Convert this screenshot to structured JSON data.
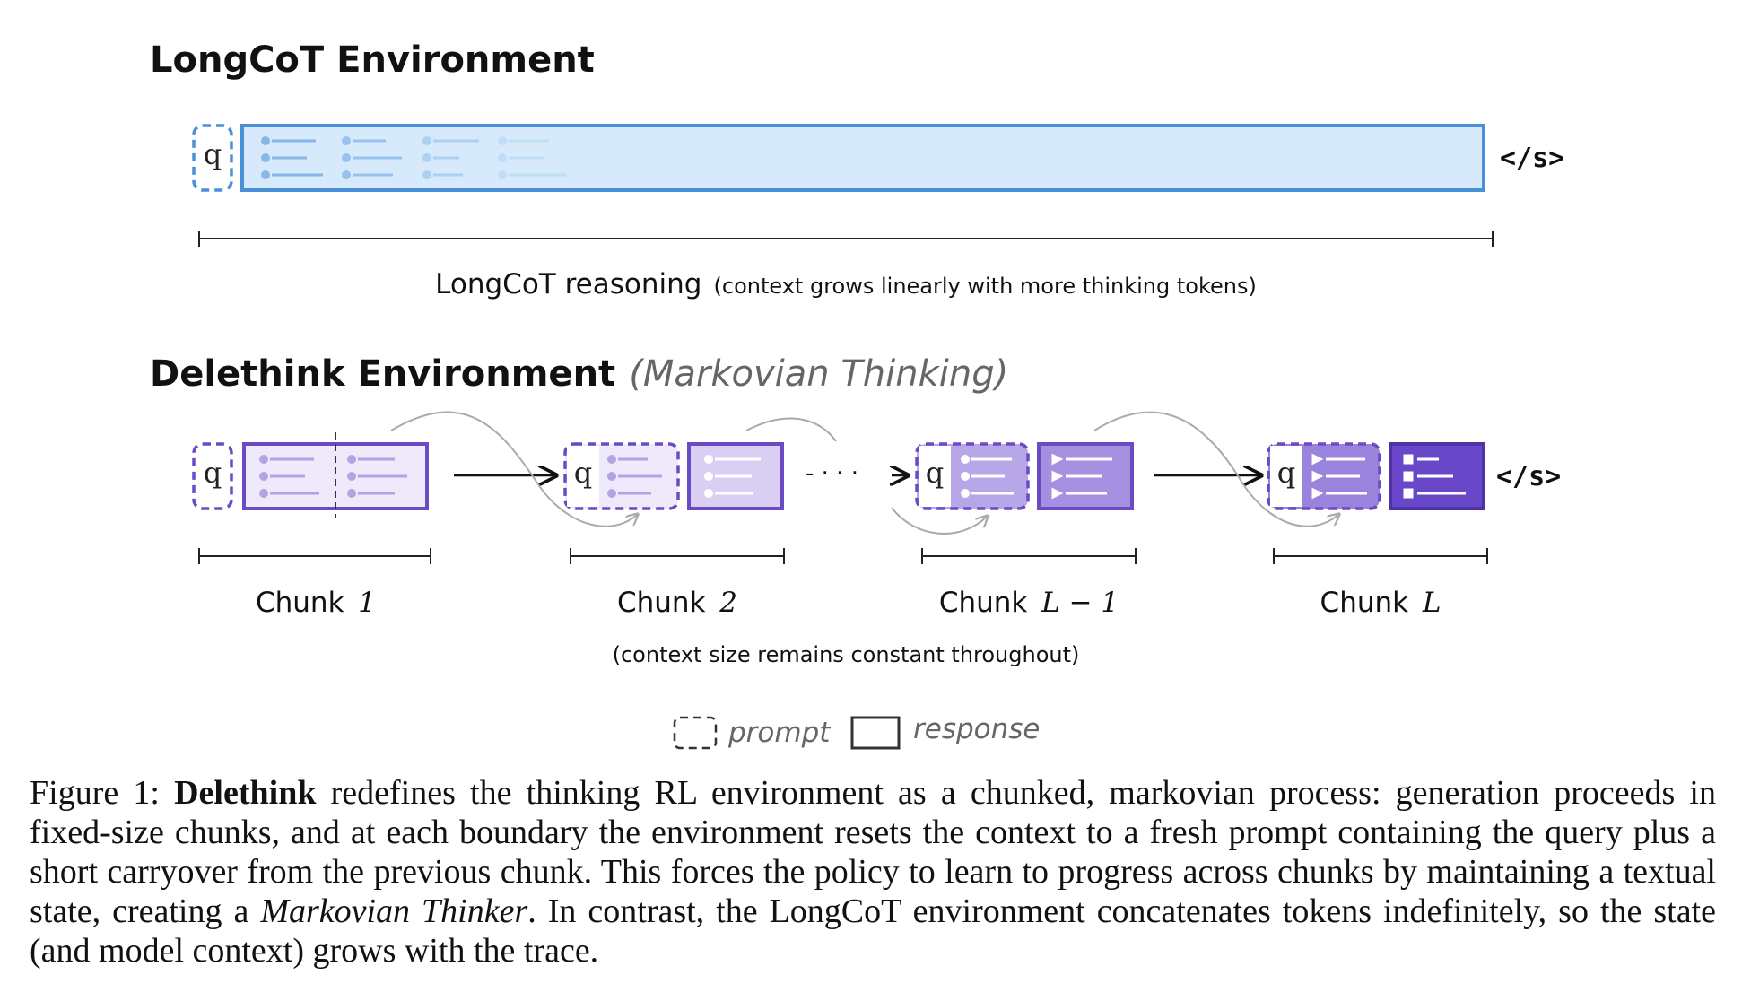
{
  "longcot": {
    "title": "LongCoT Environment",
    "query_token": "q",
    "eos_token": "</s>",
    "span_label": "LongCoT reasoning",
    "span_note": "(context grows linearly with more thinking tokens)"
  },
  "delethink": {
    "title": "Delethink Environment",
    "subtitle": "(Markovian Thinking)",
    "query_token": "q",
    "eos_token": "</s>",
    "chunks": [
      {
        "word": "Chunk",
        "index": "1"
      },
      {
        "word": "Chunk",
        "index": "2"
      },
      {
        "word": "Chunk",
        "index": "L − 1"
      },
      {
        "word": "Chunk",
        "index": "L"
      }
    ],
    "ellipsis": "- · · ·",
    "note": "(context size remains constant throughout)"
  },
  "legend": {
    "prompt": "prompt",
    "response": "response"
  },
  "caption": {
    "prefix": "Figure 1: ",
    "bold": "Delethink",
    "part1": " redefines the thinking RL environment as a chunked, markovian process: generation proceeds in fixed-size chunks, and at each boundary the environment resets the context to a fresh prompt containing the query plus a short carryover from the previous chunk. This forces the policy to learn to progress across chunks by maintaining a textual state, creating a ",
    "italic": "Markovian Thinker",
    "part2": ". In contrast, the LongCoT environment concatenates tokens indefinitely, so the state (and model context) grows with the trace."
  },
  "colors": {
    "blue_stroke": "#4a90d9",
    "blue_fill": "#d6eafb",
    "purple_stroke": "#6a4bc4",
    "purple_fill_1": "#efeafb",
    "purple_fill_2": "#d9cff3",
    "purple_fill_3": "#a58fe0",
    "purple_fill_4": "#6848c8"
  }
}
